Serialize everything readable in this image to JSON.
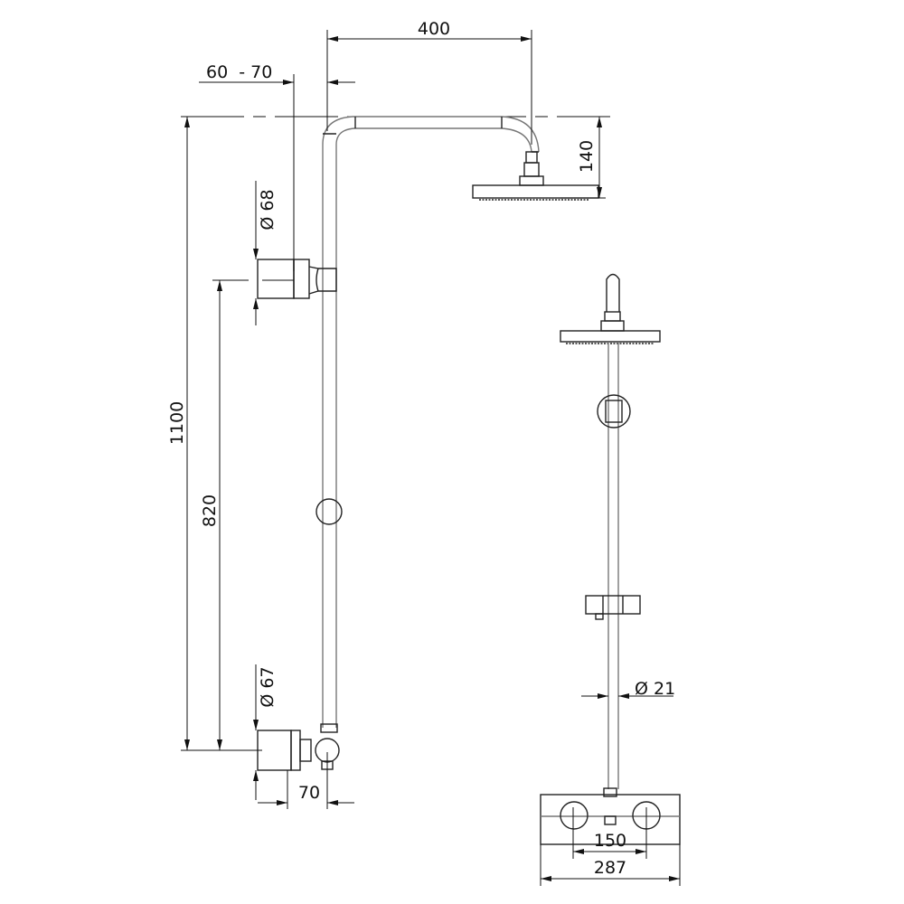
{
  "dimensions": {
    "arm_length": "400",
    "wall_offset": "60  - 70",
    "head_drop": "140",
    "overall_height": "1100",
    "bracket_spacing": "820",
    "top_bracket_diameter": "Ø 68",
    "bottom_bracket_diameter": "Ø 67",
    "valve_offset": "70",
    "rail_diameter": "Ø 21",
    "valve_centres": "150",
    "valve_width": "287"
  },
  "colors": {
    "line": "#222222",
    "pipe": "#777777"
  }
}
